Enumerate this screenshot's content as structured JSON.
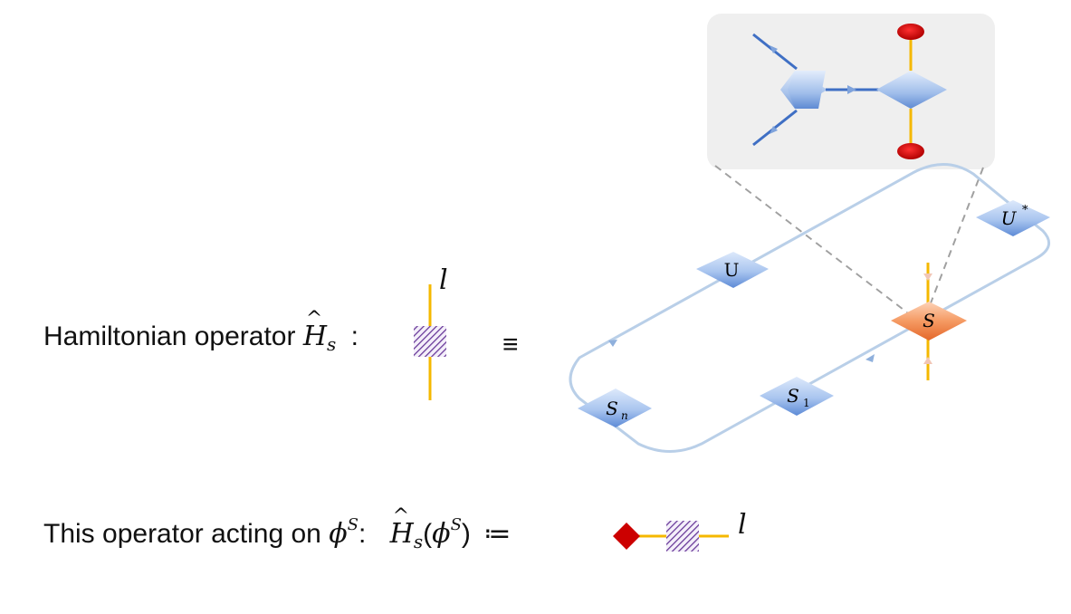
{
  "hamiltonian": {
    "prefix": "Hamiltonian operator",
    "symbol": "H",
    "subscript": "s",
    "colon": ":",
    "leg_label": "l",
    "equiv": "≡"
  },
  "operator_action": {
    "prefix": "This operator acting on",
    "phi": "ϕ",
    "phi_sup": "S",
    "colon": ":",
    "symbol": "H",
    "subscript": "s",
    "open": "(",
    "close": ")",
    "defeq": "≔",
    "leg_label": "l"
  },
  "network": {
    "nodes": {
      "U": "U",
      "U_star": "U",
      "U_star_sup": "*",
      "S": "S",
      "S1": "S",
      "S1_sub": "1",
      "Sn": "S",
      "Sn_sub": "n"
    }
  },
  "colors": {
    "leg": "#f5b800",
    "hatch": "#6a3b9a",
    "node_blue": "#a9c5ef",
    "node_blue_dark": "#4f7fcf",
    "node_orange": "#f37a3c",
    "loop": "#b9cfe8",
    "inset_bg": "#efefef",
    "red_node": "#cc0000"
  }
}
